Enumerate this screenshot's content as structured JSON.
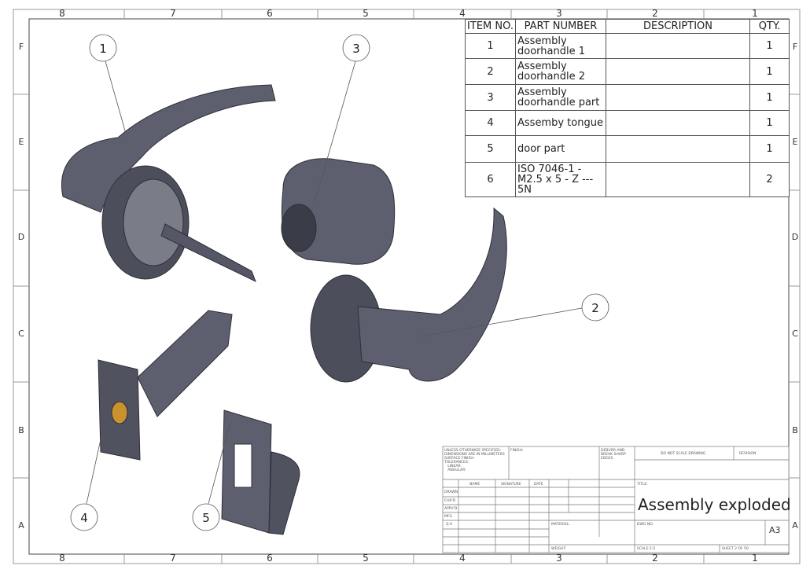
{
  "zones": {
    "columns": [
      "8",
      "7",
      "6",
      "5",
      "4",
      "3",
      "2",
      "1"
    ],
    "rows": [
      "F",
      "E",
      "D",
      "C",
      "B",
      "A"
    ]
  },
  "balloons": [
    "1",
    "3",
    "2",
    "4",
    "5"
  ],
  "bom": {
    "headers": [
      "ITEM NO.",
      "PART NUMBER",
      "DESCRIPTION",
      "QTY."
    ],
    "rows": [
      {
        "item": "1",
        "part": "Assembly doorhandle 1",
        "description": "",
        "qty": "1"
      },
      {
        "item": "2",
        "part": "Assembly doorhandle 2",
        "description": "",
        "qty": "1"
      },
      {
        "item": "3",
        "part": "Assembly doorhandle part",
        "description": "",
        "qty": "1"
      },
      {
        "item": "4",
        "part": "Assemby tongue",
        "description": "",
        "qty": "1"
      },
      {
        "item": "5",
        "part": "door part",
        "description": "",
        "qty": "1"
      },
      {
        "item": "6",
        "part": "ISO 7046-1 - M2.5 x 5 - Z --- 5N",
        "description": "",
        "qty": "2"
      }
    ]
  },
  "title_block": {
    "notes": "UNLESS OTHERWISE SPECIFIED:\nDIMENSIONS ARE IN MILLIMETERS\nSURFACE FINISH:\nTOLERANCES:\n   LINEAR:\n   ANGULAR:",
    "finish": "FINISH:",
    "deburr": "DEBURR AND\nBREAK SHARP\nEDGES",
    "do_not_scale": "DO NOT SCALE DRAWING",
    "revision": "REVISION",
    "name": "NAME",
    "signature": "SIGNATURE",
    "date": "DATE",
    "drawn": "DRAWN",
    "chkd": "CHK'D",
    "appvd": "APPV'D",
    "mfg": "MFG",
    "qa": "Q.A",
    "title_label": "TITLE:",
    "title": "Assembly exploded",
    "material": "MATERIAL:",
    "dwg_no": "DWG NO.",
    "size": "A3",
    "weight": "WEIGHT:",
    "scale": "SCALE:1:5",
    "sheet": "SHEET 2 OF 50"
  }
}
